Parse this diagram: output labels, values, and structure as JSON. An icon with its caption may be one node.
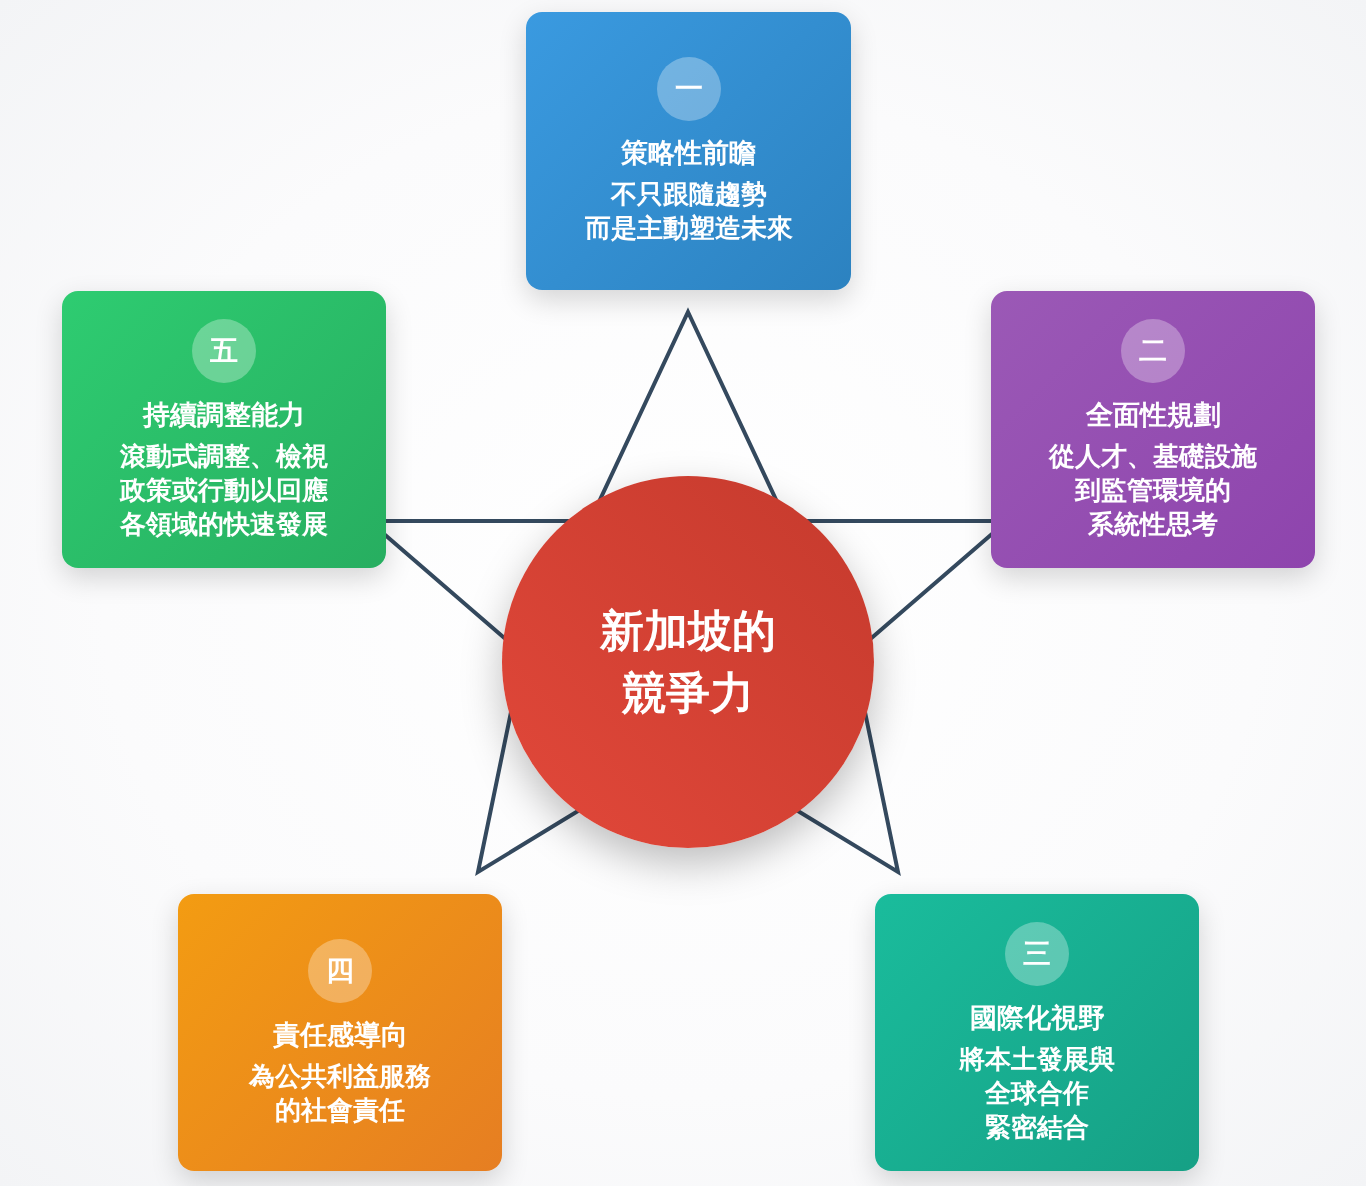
{
  "diagram": {
    "nodes": [
      {
        "text": [
          "策略性前瞻",
          "不只跟隨趨勢而是主動塑造未來"
        ]
      },
      {
        "text": [
          "一"
        ],
        "in": 0
      },
      {
        "text": [
          "持續調整能力",
          "滾動式調整、檢視政策或行動以回應各領域的快速發展"
        ]
      },
      {
        "text": [
          "五"
        ],
        "in": 2
      },
      {
        "text": [
          "全面性規劃",
          "從人才、基礎設施到監管環境的系統性思考"
        ]
      },
      {
        "text": [
          "二"
        ],
        "in": 4
      },
      {
        "text": [
          "新加坡的競爭力"
        ]
      },
      {
        "text": [
          "責任感導向",
          "為公共利益服務的社會責任"
        ]
      },
      {
        "text": [
          "四"
        ],
        "in": 7
      },
      {
        "text": [
          "國際化視野",
          "將本土發展與全球合作緊密結合"
        ]
      },
      {
        "text": [
          "三"
        ],
        "in": 9
      }
    ]
  }
}
